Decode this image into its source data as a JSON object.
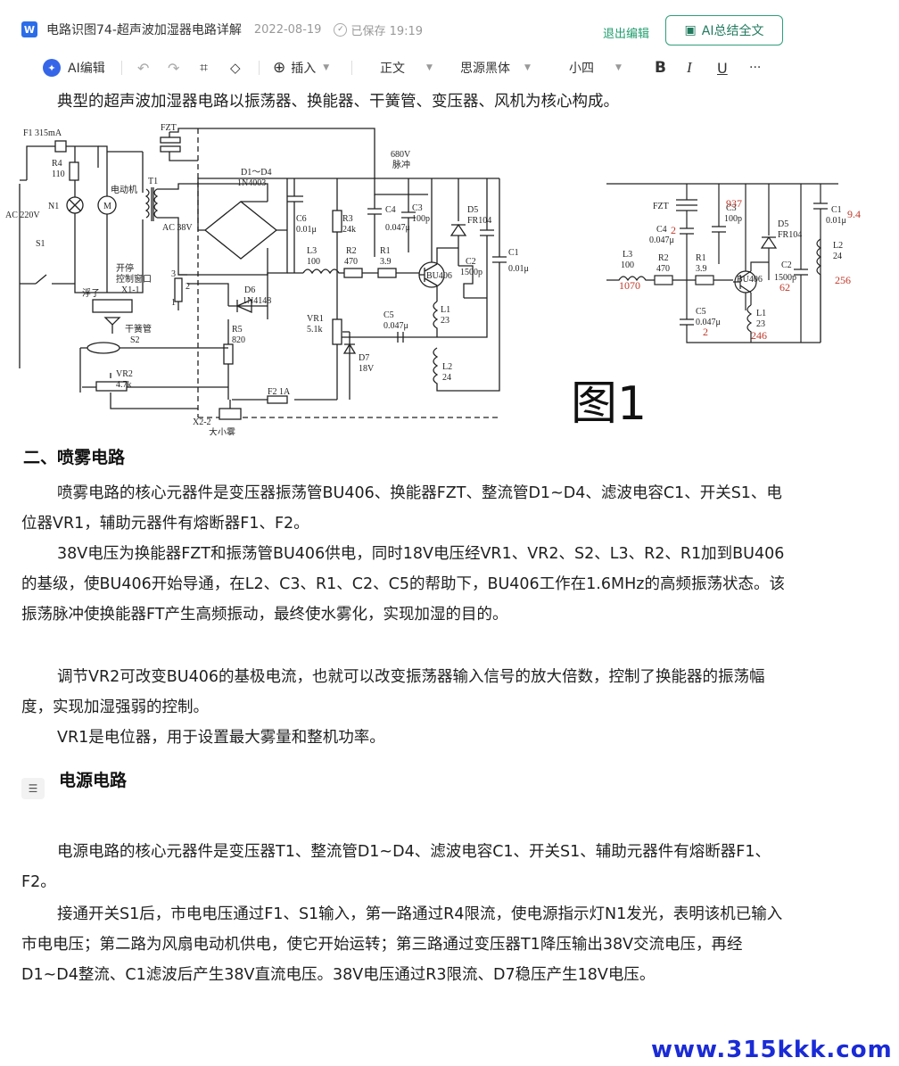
{
  "header": {
    "app_icon": "word-doc-icon",
    "doc_title": "电路识图74-超声波加湿器电路详解",
    "date": "2022-08-19",
    "saved_status": "已保存 19:19",
    "exit_edit": "退出编辑",
    "ai_summary": "AI总结全文"
  },
  "toolbar": {
    "ai_edit": "AI编辑",
    "insert": "插入",
    "style": "正文",
    "font": "思源黑体",
    "size": "小四",
    "bold": "B",
    "italic": "I",
    "underline": "U",
    "more": "···"
  },
  "content": {
    "intro": "典型的超声波加湿器电路以振荡器、换能器、干簧管、变压器、风机为核心构成。",
    "figure_label": "图1",
    "section2_title": "二、喷雾电路",
    "s2_p1": "喷雾电路的核心元器件是变压器振荡管BU406、换能器FZT、整流管D1~D4、滤波电容C1、开关S1、电位器VR1，辅助元器件有熔断器F1、F2。",
    "s2_p2": "38V电压为换能器FZT和振荡管BU406供电，同时18V电压经VR1、VR2、S2、L3、R2、R1加到BU406的基级，使BU406开始导通，在L2、C3、R1、C2、C5的帮助下，BU406工作在1.6MHz的高频振荡状态。该振荡脉冲使换能器FT产生高频振动，最终使水雾化，实现加湿的目的。",
    "s2_p3": "调节VR2可改变BU406的基极电流，也就可以改变振荡器输入信号的放大倍数，控制了换能器的振荡幅度，实现加湿强弱的控制。",
    "s2_p4": "VR1是电位器，用于设置最大雾量和整机功率。",
    "section3_title": "电源电路",
    "s3_p1": "电源电路的核心元器件是变压器T1、整流管D1~D4、滤波电容C1、开关S1、辅助元器件有熔断器F1、F2。",
    "s3_p2": "接通开关S1后，市电电压通过F1、S1输入，第一路通过R4限流，使电源指示灯N1发光，表明该机已输入市电电压；第二路为风扇电动机供电，使它开始运转；第三路通过变压器T1降压输出38V交流电压，再经D1~D4整流、C1滤波后产生38V直流电压。38V电压通过R3限流、D7稳压产生18V电压。",
    "watermark": "www.315kkk.com"
  },
  "schematic_left": {
    "F1": "F1 315mA",
    "R4": "R4",
    "R4v": "110",
    "N1": "N1",
    "AC": "AC 220V",
    "S1": "S1",
    "motor": "电动机",
    "M": "M",
    "T1": "T1",
    "AC38": "AC 38V",
    "FZT": "FZT",
    "D14": "D1～D4",
    "D14v": "1N4003",
    "v680": "680V",
    "pulse": "脉冲",
    "C6": "C6",
    "C6v": "0.01μ",
    "R3": "R3",
    "R3v": "24k",
    "C4": "C4",
    "C4v": "0.047μ",
    "C3": "C3",
    "C3v": "100p",
    "D5": "D5",
    "D5v": "FR104",
    "C1": "C1",
    "C1v": "0.01μ",
    "L3": "L3",
    "L3v": "100",
    "R2": "R2",
    "R2v": "470",
    "R1": "R1",
    "R1v": "3.9",
    "BU": "BU406",
    "C2": "C2",
    "C2v": "1500p",
    "L1": "L1",
    "L1v": "23",
    "kt1": "开停",
    "kt2": "控制窗口",
    "X11": "X1-1",
    "n3": "3",
    "n2": "2",
    "n1": "1",
    "D6": "D6",
    "D6v": "1N4148",
    "float": "浮子",
    "reed": "干簧管",
    "S2": "S2",
    "R5": "R5",
    "R5v": "820",
    "VR1": "VR1",
    "VR1v": "5.1k",
    "C5": "C5",
    "C5v": "0.047μ",
    "D7": "D7",
    "D7v": "18V",
    "L2": "L2",
    "L2v": "24",
    "VR2": "VR2",
    "VR2v": "4.7k",
    "F2": "F2 1A",
    "X22": "X2-2",
    "mist": "大小雾"
  },
  "schematic_right": {
    "FZT": "FZT",
    "C4": "C4",
    "C4v": "0.047μ",
    "m2a": "2",
    "C3": "C3",
    "C3v": "100p",
    "m937": "937",
    "D5": "D5",
    "D5v": "FR104",
    "C1": "C1",
    "C1v": "0.01μ",
    "m94": "9.4",
    "L3": "L3",
    "L3v": "100",
    "m1070": "1070",
    "R2": "R2",
    "R2v": "470",
    "R1": "R1",
    "R1v": "3.9",
    "BU": "BU406",
    "C2": "C2",
    "C2v": "1500p",
    "m62": "62",
    "L2": "L2",
    "L2v": "24",
    "m256": "256",
    "C5": "C5",
    "C5v": "0.047μ",
    "m2b": "2",
    "L1": "L1",
    "L1v": "23",
    "m246": "246"
  }
}
